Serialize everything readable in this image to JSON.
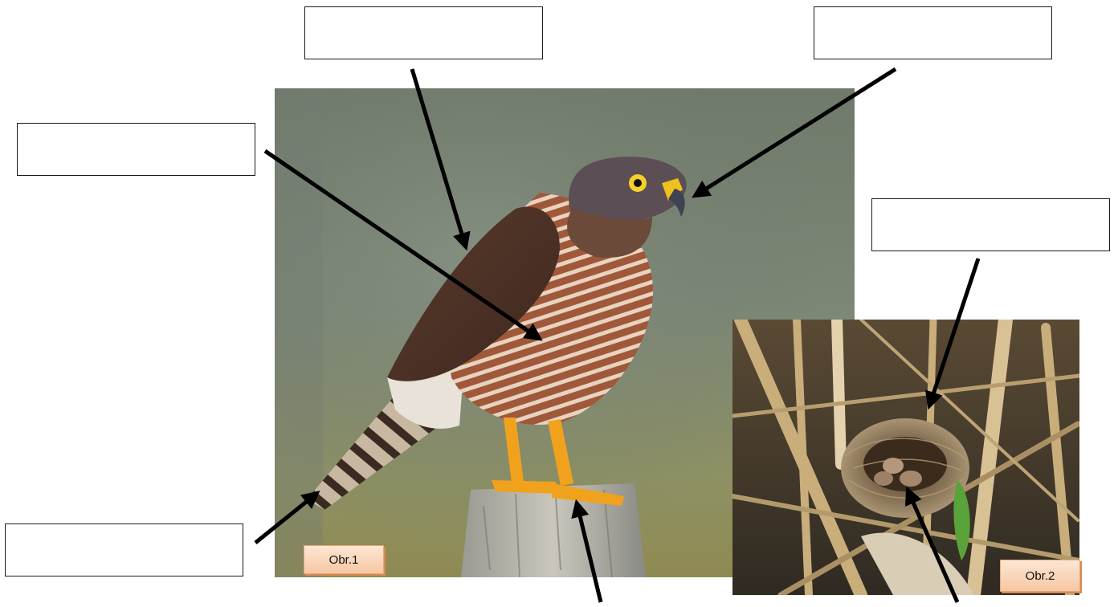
{
  "figures": {
    "hawk": {
      "caption": "Obr.1"
    },
    "nest": {
      "caption": "Obr.2"
    }
  },
  "label_boxes": [
    {
      "id": "top-center",
      "text": ""
    },
    {
      "id": "top-right",
      "text": ""
    },
    {
      "id": "left-upper",
      "text": ""
    },
    {
      "id": "right-middle",
      "text": ""
    },
    {
      "id": "left-lower",
      "text": ""
    }
  ],
  "colors": {
    "caption_fill": "#f6c7a4",
    "caption_border": "#e8a679",
    "arrow": "#000000",
    "box_border": "#1a1a1a"
  }
}
